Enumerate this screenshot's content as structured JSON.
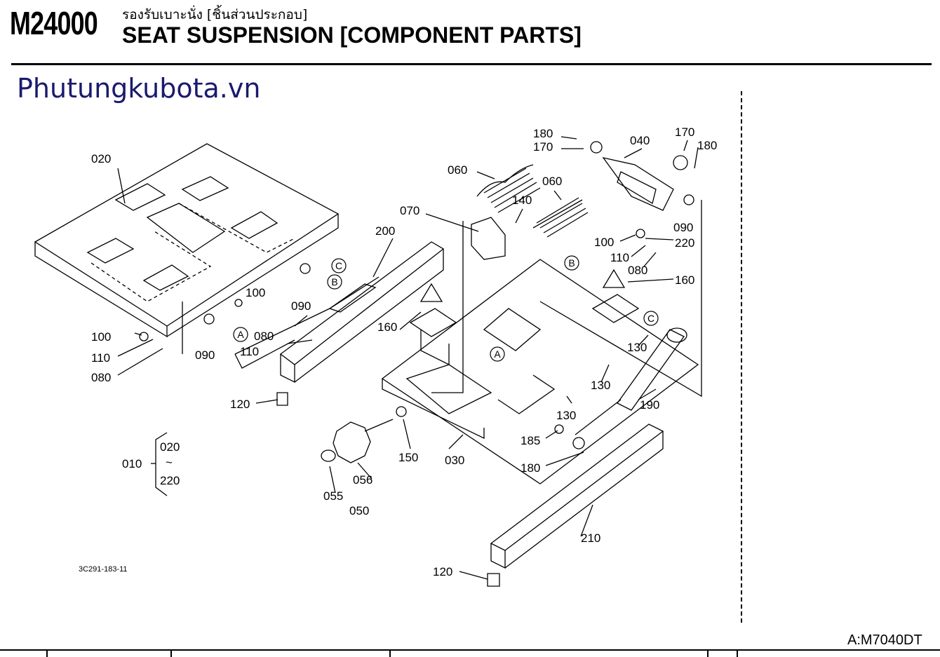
{
  "header": {
    "part_group_code": "M24000",
    "thai_title": "รองรับเบาะนั่ง [ชิ้นส่วนประกอบ]",
    "title": "SEAT SUSPENSION [COMPONENT PARTS]"
  },
  "watermark": "Phutungkubota.vn",
  "diagram": {
    "drawing_number": "3C291-183-11",
    "model_ref": "A:M7040DT",
    "assembly": {
      "label": "010",
      "from": "020",
      "sep": "~",
      "to": "220"
    },
    "callouts": [
      "020",
      "100",
      "110",
      "080",
      "090",
      "100",
      "110",
      "080",
      "090",
      "120",
      "200",
      "160",
      "070",
      "060",
      "140",
      "060",
      "180",
      "170",
      "040",
      "170",
      "180",
      "090",
      "220",
      "100",
      "110",
      "080",
      "160",
      "130",
      "130",
      "130",
      "190",
      "150",
      "030",
      "185",
      "180",
      "055",
      "056",
      "050",
      "210",
      "120"
    ],
    "connectors": [
      "A",
      "B",
      "C"
    ]
  }
}
